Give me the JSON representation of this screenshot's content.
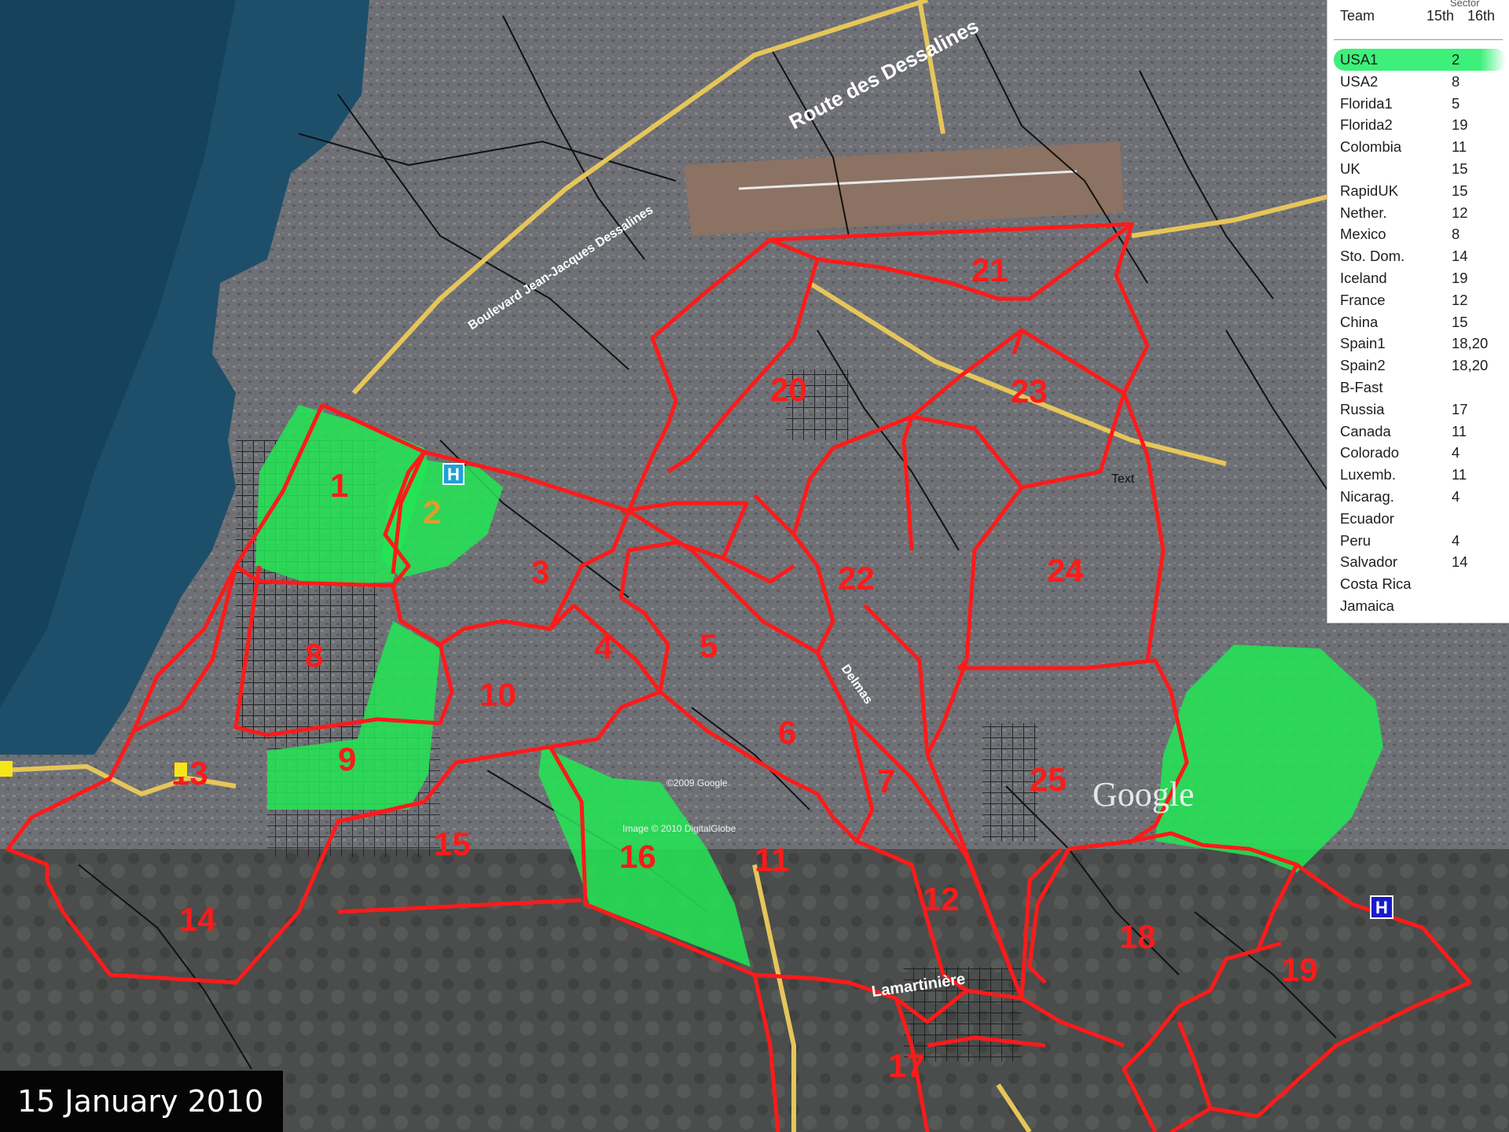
{
  "date_label": "15 January 2010",
  "map": {
    "road_labels": [
      "Route des Dessalines",
      "Boulevard Jean-Jacques Dessalines",
      "Delmas",
      "Lamartinière"
    ],
    "watermark": "Google",
    "copyright_1": "©2009 Google",
    "copyright_2": "Image © 2010 DigitalGlobe",
    "stray_text": "Text",
    "hospital_marker": "H",
    "sectors": [
      "1",
      "2",
      "3",
      "4",
      "5",
      "6",
      "7",
      "8",
      "9",
      "10",
      "11",
      "12",
      "13",
      "14",
      "15",
      "16",
      "17",
      "18",
      "19",
      "20",
      "21",
      "22",
      "23",
      "24",
      "25"
    ],
    "colors": {
      "sector_border": "#ff1a1a",
      "covered_fill": "#22e655",
      "road": "#111111",
      "main_road": "#e6c65a",
      "water": "#1d4f6b"
    }
  },
  "legend": {
    "header_team": "Team",
    "header_sector": "Sector",
    "header_day1": "15th",
    "header_day2": "16th",
    "rows": [
      {
        "team": "USA1",
        "value": "2",
        "highlight": true
      },
      {
        "team": "USA2",
        "value": "8"
      },
      {
        "team": "Florida1",
        "value": "5"
      },
      {
        "team": "Florida2",
        "value": "19"
      },
      {
        "team": "Colombia",
        "value": "11"
      },
      {
        "team": "UK",
        "value": "15"
      },
      {
        "team": "RapidUK",
        "value": "15"
      },
      {
        "team": "Nether.",
        "value": "12"
      },
      {
        "team": "Mexico",
        "value": "8"
      },
      {
        "team": "Sto. Dom.",
        "value": "14"
      },
      {
        "team": "Iceland",
        "value": "19"
      },
      {
        "team": "France",
        "value": "12"
      },
      {
        "team": "China",
        "value": "15"
      },
      {
        "team": "Spain1",
        "value": "18,20"
      },
      {
        "team": "Spain2",
        "value": "18,20"
      },
      {
        "team": "B-Fast",
        "value": ""
      },
      {
        "team": "Russia",
        "value": "17"
      },
      {
        "team": "Canada",
        "value": "11"
      },
      {
        "team": "Colorado",
        "value": "4"
      },
      {
        "team": "Luxemb.",
        "value": "11"
      },
      {
        "team": "Nicarag.",
        "value": "4"
      },
      {
        "team": "Ecuador",
        "value": ""
      },
      {
        "team": "Peru",
        "value": "4"
      },
      {
        "team": "Salvador",
        "value": "14"
      },
      {
        "team": "Costa Rica",
        "value": ""
      },
      {
        "team": "Jamaica",
        "value": ""
      }
    ]
  }
}
